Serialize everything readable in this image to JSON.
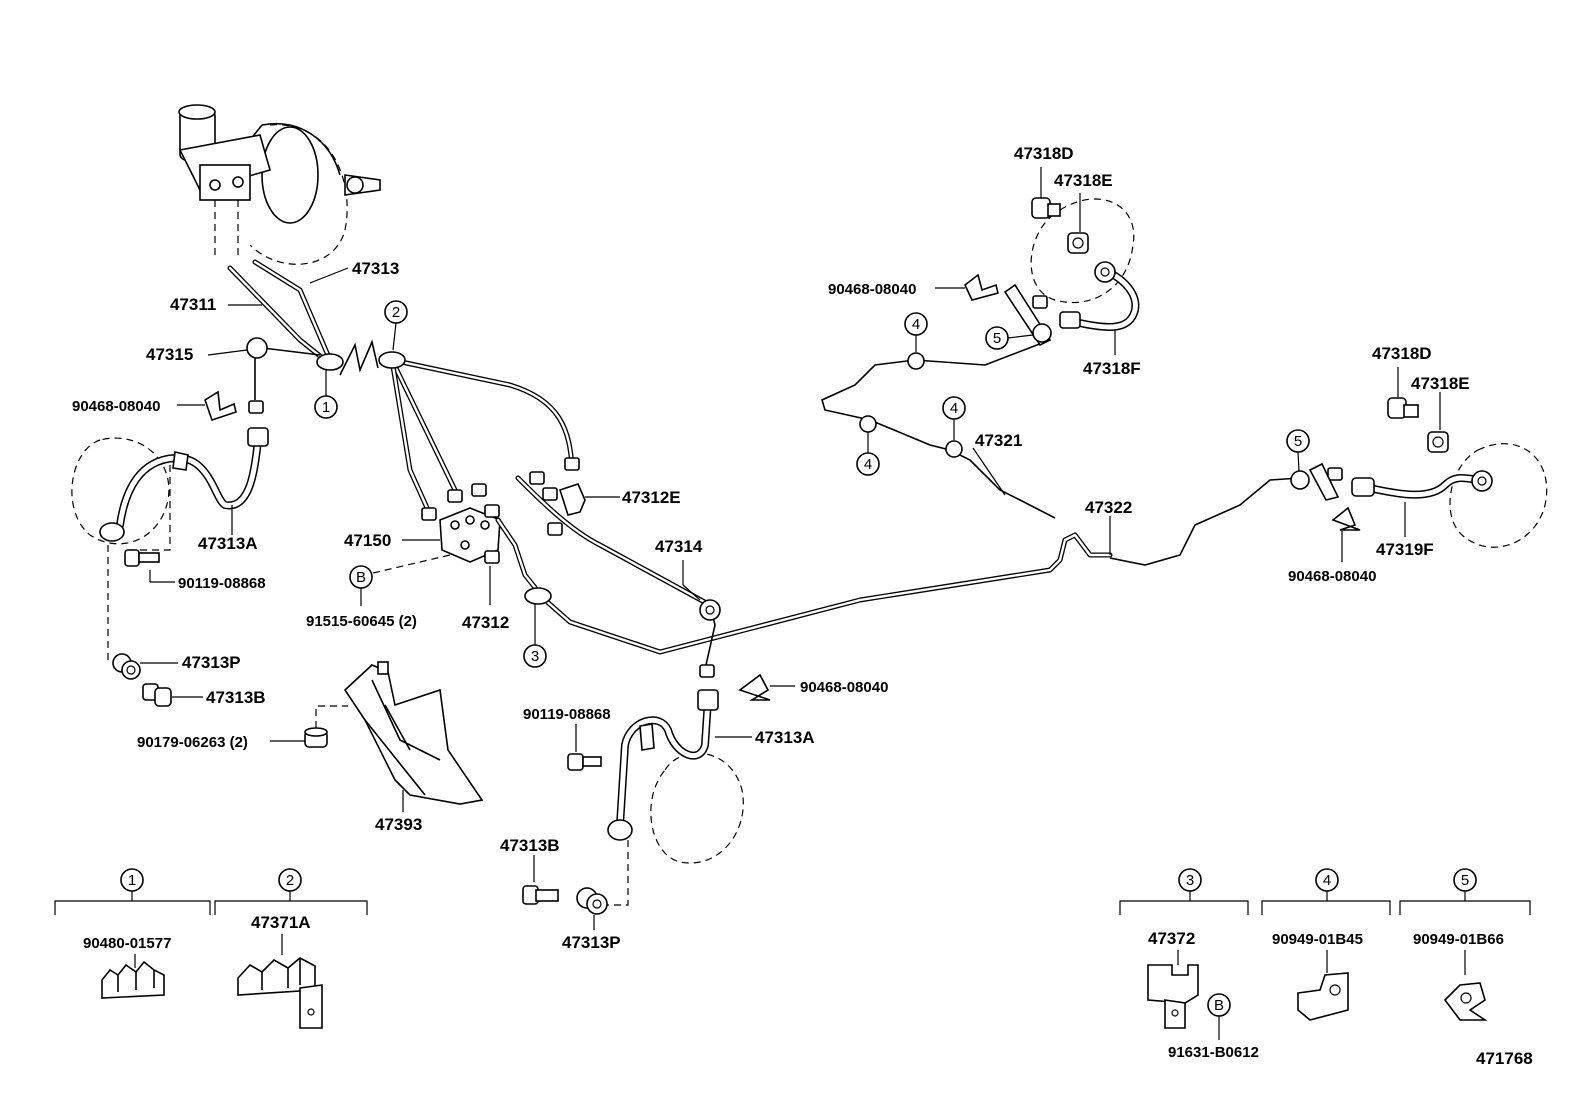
{
  "labels": {
    "p47313": "47313",
    "p47311": "47311",
    "p47315": "47315",
    "p90468_left": "90468-08040",
    "p47313A_left": "47313A",
    "p90119_left": "90119-08868",
    "p47313P_left": "47313P",
    "p47313B_left": "47313B",
    "p90179": "90179-06263 (2)",
    "p47393": "47393",
    "p47150": "47150",
    "p91515": "91515-60645 (2)",
    "p47312": "47312",
    "p47312E": "47312E",
    "p47314": "47314",
    "p90468_mid": "90468-08040",
    "p47313A_mid": "47313A",
    "p90119_mid": "90119-08868",
    "p47313B_mid": "47313B",
    "p47313P_mid": "47313P",
    "p47318D_top": "47318D",
    "p47318E_top": "47318E",
    "p90468_top": "90468-08040",
    "p47318F": "47318F",
    "p47321": "47321",
    "p47322": "47322",
    "p47318D_right": "47318D",
    "p47318E_right": "47318E",
    "p47319F": "47319F",
    "p90468_right": "90468-08040",
    "p90480": "90480-01577",
    "p47371A": "47371A",
    "p47372": "47372",
    "p91631": "91631-B0612",
    "p90949_B45": "90949-01B45",
    "p90949_B66": "90949-01B66",
    "diagram_id": "471768"
  },
  "callouts": {
    "c1": "1",
    "c2": "2",
    "c3": "3",
    "c4": "4",
    "c5": "5",
    "cB": "B"
  }
}
